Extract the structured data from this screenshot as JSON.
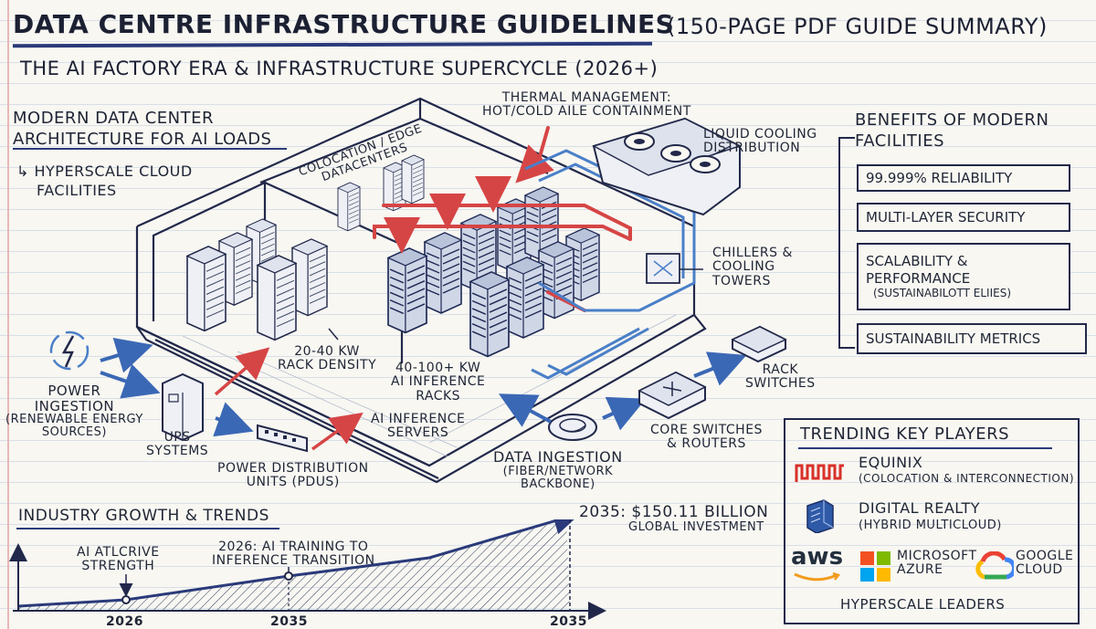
{
  "header": {
    "title": "DATA CENTRE INFRASTRUCTURE GUIDELINES",
    "title_note": "(150-PAGE PDF GUIDE SUMMARY)",
    "subtitle": "THE AI FACTORY ERA & INFRASTRUCTURE SUPERCYCLE (2026+)"
  },
  "architecture": {
    "title_line1": "MODERN DATA CENTER",
    "title_line2": "ARCHITECTURE FOR AI LOADS",
    "arrow_glyph": "↳",
    "sub_line1": "HYPERSCALE CLOUD",
    "sub_line2": "FACILITIES"
  },
  "labels": {
    "colocation_line1": "COLOCATION / EDGE",
    "colocation_line2": "DATACENTERS",
    "thermal_line1": "THERMAL MANAGEMENT:",
    "thermal_line2": "HOT/COLD AILE CONTAINMENT",
    "liquid_line1": "LIQUID COOLING",
    "liquid_line2": "DISTRIBUTION",
    "chillers_line1": "CHILLERS &",
    "chillers_line2": "COOLING",
    "chillers_line3": "TOWERS",
    "rack_density_line1": "20-40 kW",
    "rack_density_line2": "RACK DENSITY",
    "inference_racks_line1": "40-100+ kW",
    "inference_racks_line2": "AI INFERENCE",
    "inference_racks_line3": "RACKS",
    "power_line1": "POWER",
    "power_line2": "INGESTION",
    "power_line3": "(RENEWABLE ENERGY",
    "power_line4": "SOURCES)",
    "ups_line1": "UPS",
    "ups_line2": "SYSTEMS",
    "pdu_line1": "POWER DISTRIBUTION",
    "pdu_line2": "UNITS (PDUs)",
    "ai_servers_line1": "AI INFERENCE",
    "ai_servers_line2": "SERVERS",
    "data_line1": "DATA INGESTION",
    "data_line2": "(FIBER/NETWORK",
    "data_line3": "BACKBONE)",
    "core_line1": "CORE SWITCHES",
    "core_line2": "& ROUTERS",
    "rack_switch_line1": "RACK",
    "rack_switch_line2": "SWITCHES"
  },
  "benefits": {
    "title_line1": "BENEFITS OF MODERN",
    "title_line2": "FACILITIES",
    "items": [
      "99.999% RELIABILITY",
      "MULTI-LAYER SECURITY",
      "SCALABILITY &",
      "SUSTAINABILITY METRICS"
    ],
    "item3_line2": "PERFORMANCE",
    "item3_note": "(SUSTAINABILOTT ELIIES)"
  },
  "growth": {
    "title": "INDUSTRY GROWTH & TRENDS",
    "note1_line1": "AI ATLCRIVE",
    "note1_line2": "STRENGTH",
    "note2_line1": "2026: AI TRAINING TO",
    "note2_line2": "INFERENCE TRANSITION",
    "milestone_line1": "2035: $150.11 BILLION",
    "milestone_line2": "GLOBAL INVESTMENT",
    "axis_labels": [
      "2026",
      "2035",
      "2035"
    ]
  },
  "players": {
    "title": "TRENDING KEY PLAYERS",
    "equinix": "EQUINIX",
    "equinix_note": "(COLOCATION & INTERCONNECTION)",
    "digital_realty": "DIGITAL REALTY",
    "digital_realty_note": "(HYBRID MULTICLOUD)",
    "aws": "aws",
    "microsoft_line1": "MICROSOFT",
    "microsoft_line2": "AZURE",
    "google_line1": "GOOGLE",
    "google_line2": "CLOUD",
    "footer": "HYPERSCALE LEADERS"
  },
  "colors": {
    "ink": "#1f2535",
    "navy": "#2a3a7a",
    "hot_air_red": "#d64545",
    "cool_blue": "#4a7fc8",
    "equinix_red": "#d9302a",
    "aws_orange": "#f29c1f"
  },
  "icons": [
    "power-lightning-icon",
    "ups-cabinet-icon",
    "pdu-strip-icon",
    "fiber-coil-icon",
    "core-switch-icon",
    "rack-switch-icon",
    "cooling-fan-icon",
    "valve-box-icon",
    "equinix-logo-icon",
    "digital-realty-logo-icon",
    "aws-logo-icon",
    "microsoft-logo-icon",
    "google-cloud-logo-icon"
  ]
}
